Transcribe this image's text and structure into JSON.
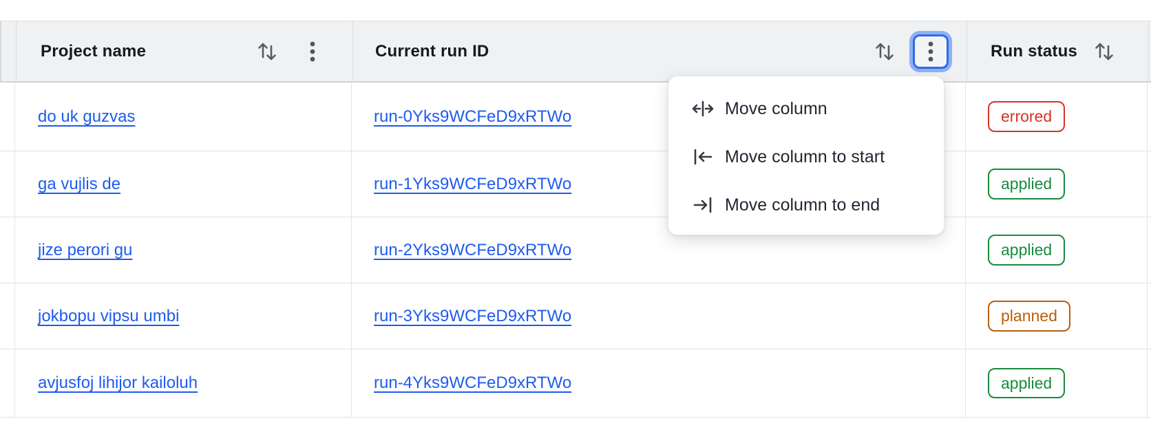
{
  "table": {
    "columns": [
      {
        "label": "Project name"
      },
      {
        "label": "Current run ID"
      },
      {
        "label": "Run status"
      }
    ],
    "rows": [
      {
        "project": "do uk guzvas",
        "run_id": "run-0Yks9WCFeD9xRTWo",
        "status": "errored"
      },
      {
        "project": "ga vujlis de",
        "run_id": "run-1Yks9WCFeD9xRTWo",
        "status": "applied"
      },
      {
        "project": "jize perori gu",
        "run_id": "run-2Yks9WCFeD9xRTWo",
        "status": "applied"
      },
      {
        "project": "jokbopu vipsu umbi",
        "run_id": "run-3Yks9WCFeD9xRTWo",
        "status": "planned"
      },
      {
        "project": "avjusfoj lihijor kailoluh",
        "run_id": "run-4Yks9WCFeD9xRTWo",
        "status": "applied"
      }
    ]
  },
  "menu": {
    "items": [
      {
        "icon": "move-column-icon",
        "label": "Move column"
      },
      {
        "icon": "move-column-to-start-icon",
        "label": "Move column to start"
      },
      {
        "icon": "move-column-to-end-icon",
        "label": "Move column to end"
      }
    ]
  },
  "colors": {
    "link": "#1d5bf0",
    "errored": "#d93025",
    "applied": "#178b3b",
    "planned": "#ba5d08",
    "focus_border": "#2e6be6",
    "focus_ring": "#8db1f4",
    "header_bg": "#eff1f3"
  }
}
